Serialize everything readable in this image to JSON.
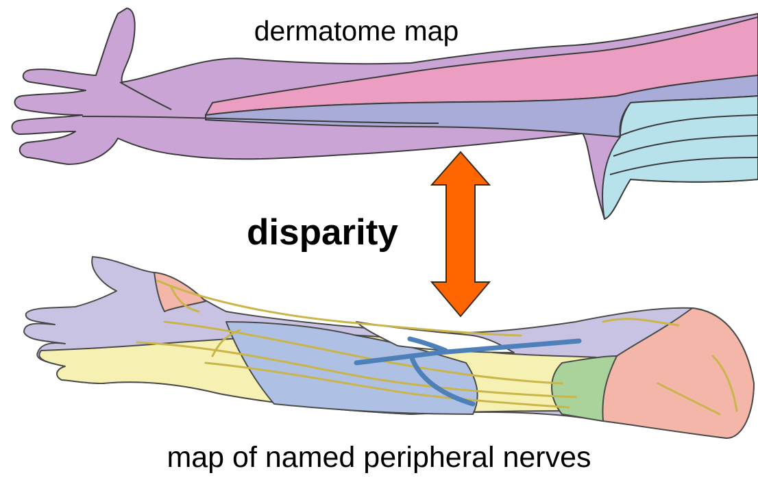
{
  "labels": {
    "top": "dermatome map",
    "middle": "disparity",
    "bottom": "map of named peripheral nerves"
  },
  "colors": {
    "dermatome_purple": "#c9a4d4",
    "dermatome_pink": "#ec9ec2",
    "dermatome_blue": "#a9acd8",
    "dermatome_cyan": "#b7e2ec",
    "nerve_lavender": "#c9c3e3",
    "nerve_yellow": "#f6f1b2",
    "nerve_blue": "#aec0e3",
    "nerve_salmon": "#f3b6a8",
    "nerve_green": "#a9d39a",
    "nerve_fibre": "#c9b54a",
    "vein": "#4d7fb9",
    "arrow": "#ff6600"
  }
}
